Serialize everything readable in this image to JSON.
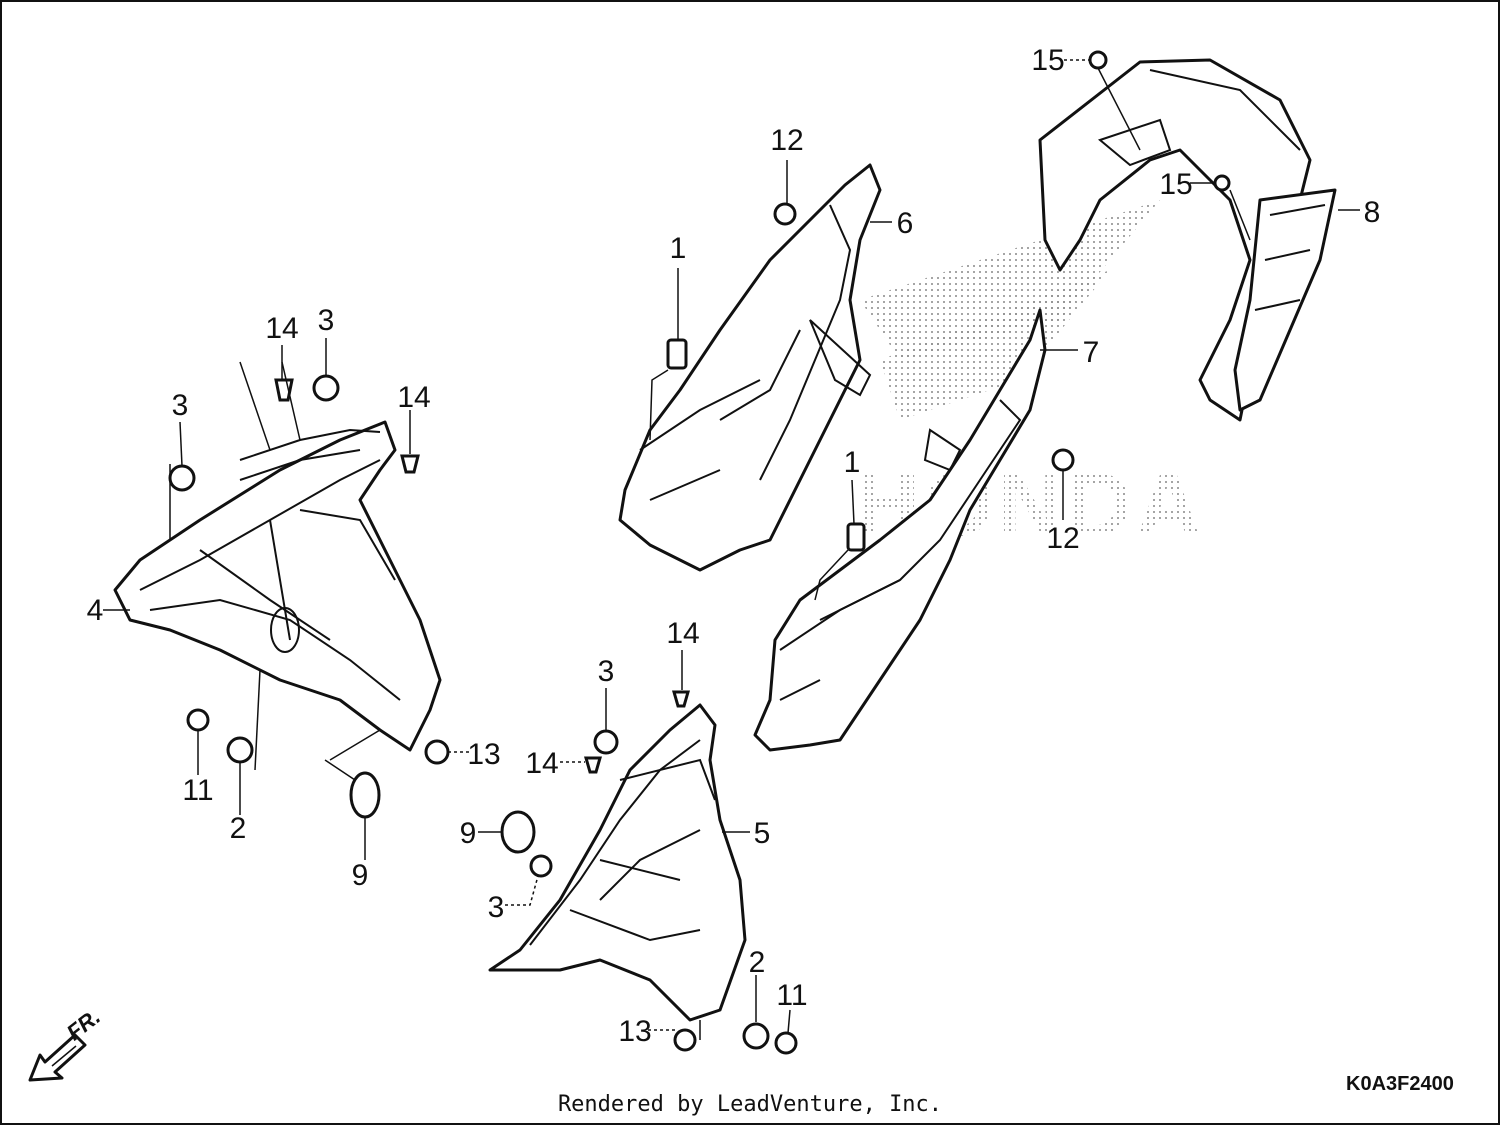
{
  "diagram": {
    "callouts": [
      {
        "id": "c15a",
        "text": "15"
      },
      {
        "id": "c15b",
        "text": "15"
      },
      {
        "id": "c8",
        "text": "8"
      },
      {
        "id": "c12a",
        "text": "12"
      },
      {
        "id": "c6",
        "text": "6"
      },
      {
        "id": "c1a",
        "text": "1"
      },
      {
        "id": "c7",
        "text": "7"
      },
      {
        "id": "c1b",
        "text": "1"
      },
      {
        "id": "c12b",
        "text": "12"
      },
      {
        "id": "c14a",
        "text": "14"
      },
      {
        "id": "c3a",
        "text": "3"
      },
      {
        "id": "c3b",
        "text": "3"
      },
      {
        "id": "c14b",
        "text": "14"
      },
      {
        "id": "c4",
        "text": "4"
      },
      {
        "id": "c11a",
        "text": "11"
      },
      {
        "id": "c2a",
        "text": "2"
      },
      {
        "id": "c9a",
        "text": "9"
      },
      {
        "id": "c13a",
        "text": "13"
      },
      {
        "id": "c14c",
        "text": "14"
      },
      {
        "id": "c3c",
        "text": "3"
      },
      {
        "id": "c14d",
        "text": "14"
      },
      {
        "id": "c9b",
        "text": "9"
      },
      {
        "id": "c5",
        "text": "5"
      },
      {
        "id": "c3d",
        "text": "3"
      },
      {
        "id": "c2b",
        "text": "2"
      },
      {
        "id": "c11b",
        "text": "11"
      },
      {
        "id": "c13b",
        "text": "13"
      }
    ],
    "direction_label": "FR.",
    "watermark": "HONDA",
    "diagram_code": "K0A3F2400",
    "credit": "Rendered by LeadVenture, Inc."
  }
}
